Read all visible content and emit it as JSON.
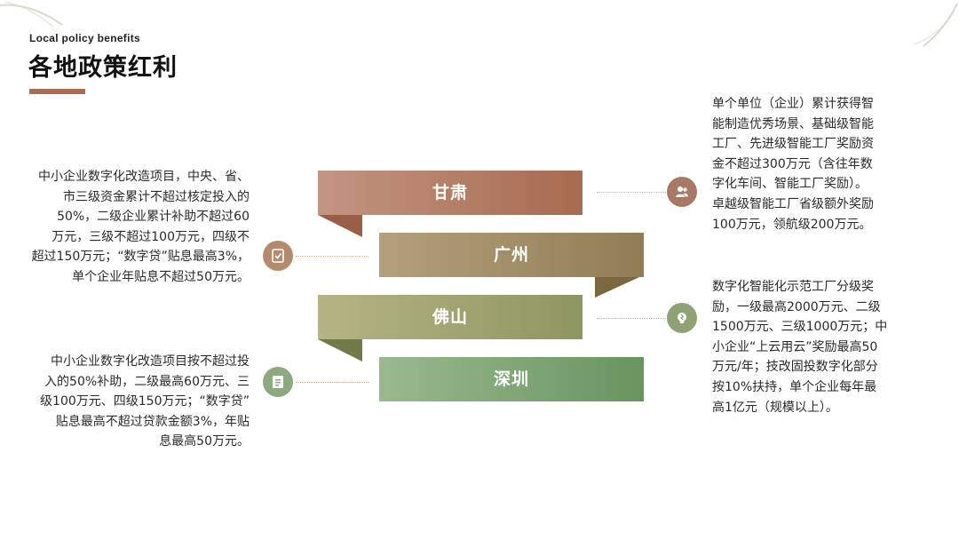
{
  "header": {
    "subtitle": "Local policy benefits",
    "title": "各地政策红利"
  },
  "ribbons": [
    {
      "label": "甘肃",
      "color": "#b27a62"
    },
    {
      "label": "广州",
      "color": "#9e8860"
    },
    {
      "label": "佛山",
      "color": "#9aa064"
    },
    {
      "label": "深圳",
      "color": "#6f9a6a"
    }
  ],
  "icons": {
    "tl": {
      "name": "checklist-icon",
      "color": "#b58a6c"
    },
    "bl": {
      "name": "document-icon",
      "color": "#8da97e"
    },
    "tr": {
      "name": "users-icon",
      "color": "#a87a66"
    },
    "br": {
      "name": "idea-icon",
      "color": "#8ea275"
    }
  },
  "blocks": {
    "top_left": [
      "中小企业数字化改造项目，中央、省、",
      "市三级资金累计不超过核定投入的",
      "50%，二级企业累计补助不超过60",
      "万元，三级不超过100万元，四级不",
      "超过150万元；“数字贷”贴息最高3%，",
      "单个企业年贴息不超过50万元。"
    ],
    "bottom_left": [
      "中小企业数字化改造项目按不超过投",
      "入的50%补助，二级最高60万元、三",
      "级100万元、四级150万元；“数字贷”",
      "贴息最高不超过贷款金额3%，年贴",
      "息最高50万元。"
    ],
    "top_right": [
      "单个单位（企业）累计获得智",
      "能制造优秀场景、基础级智能",
      "工厂、先进级智能工厂奖励资",
      "金不超过300万元（含往年数",
      "字化车间、智能工厂奖励）。",
      "卓越级智能工厂省级额外奖励",
      "100万元，领航级200万元。"
    ],
    "bottom_right": [
      "数字化智能化示范工厂分级奖",
      "励，一级最高2000万元、二级",
      "1500万元、三级1000万元；中",
      "小企业“上云用云”奖励最高50",
      "万元/年；技改固投数字化部分",
      "按10%扶持，单个企业每年最",
      "高1亿元（规模以上）。"
    ]
  }
}
